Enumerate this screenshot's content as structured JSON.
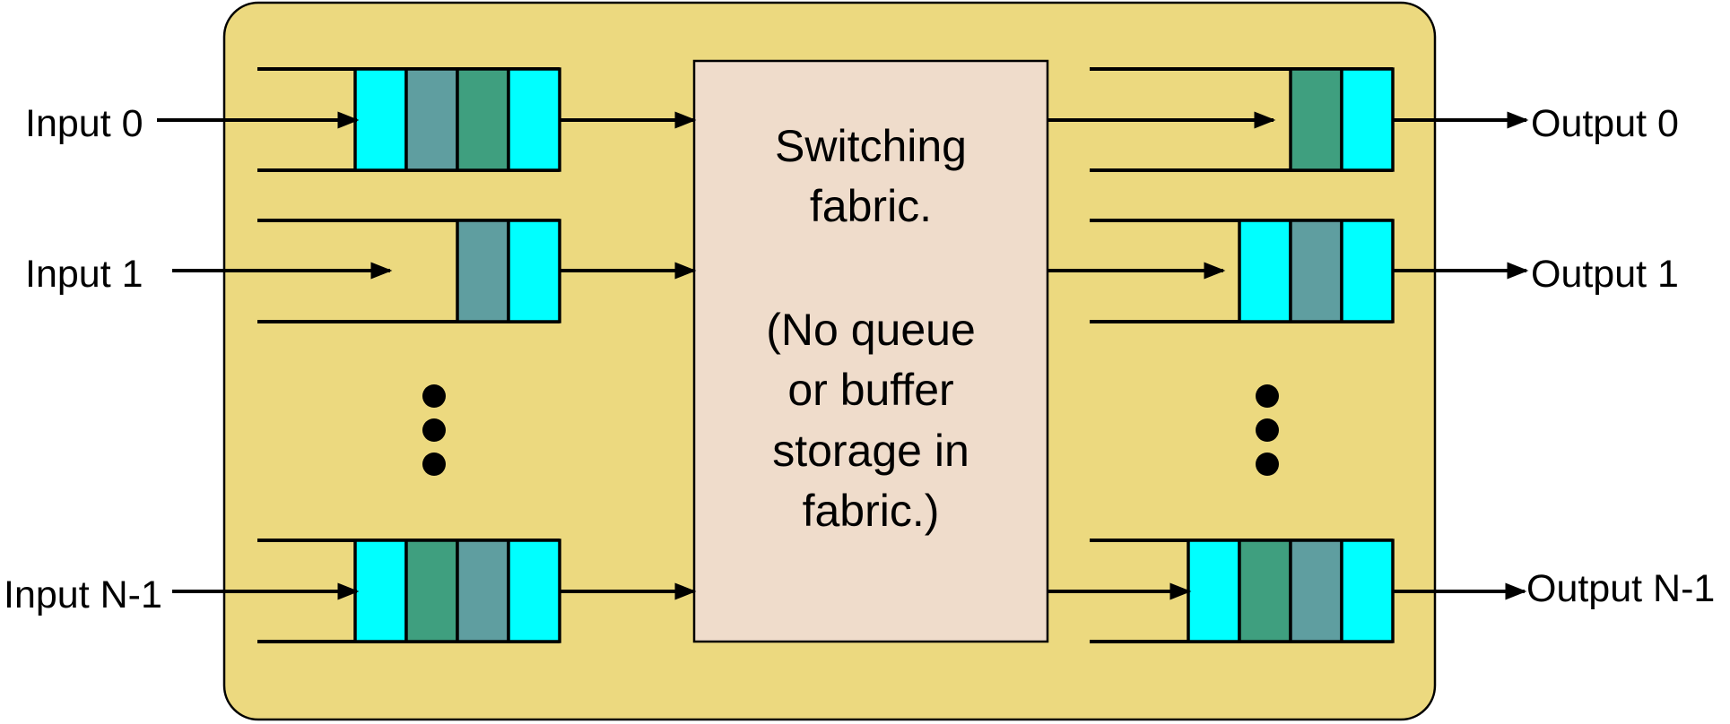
{
  "inputs": [
    "Input 0",
    "Input 1",
    "Input N-1"
  ],
  "outputs": [
    "Output 0",
    "Output 1",
    "Output N-1"
  ],
  "fabric": {
    "lines": [
      "Switching",
      "fabric.",
      "",
      "(No queue",
      "or buffer",
      "storage in",
      "fabric.)"
    ]
  },
  "queues": {
    "input_0": [
      "cyan",
      "slate",
      "green",
      "cyan"
    ],
    "input_1": [
      "slate",
      "cyan"
    ],
    "input_n1": [
      "cyan",
      "green",
      "slate",
      "cyan"
    ],
    "output_0": [
      "green",
      "cyan"
    ],
    "output_1": [
      "cyan",
      "slate",
      "cyan"
    ],
    "output_n1": [
      "cyan",
      "green",
      "slate",
      "cyan"
    ]
  },
  "colors": {
    "router_bg": "#ecd97f",
    "fabric_bg": "#efdccb",
    "cyan": "#00ffff",
    "slate": "#5f9ea0",
    "green": "#3f9f7f"
  }
}
